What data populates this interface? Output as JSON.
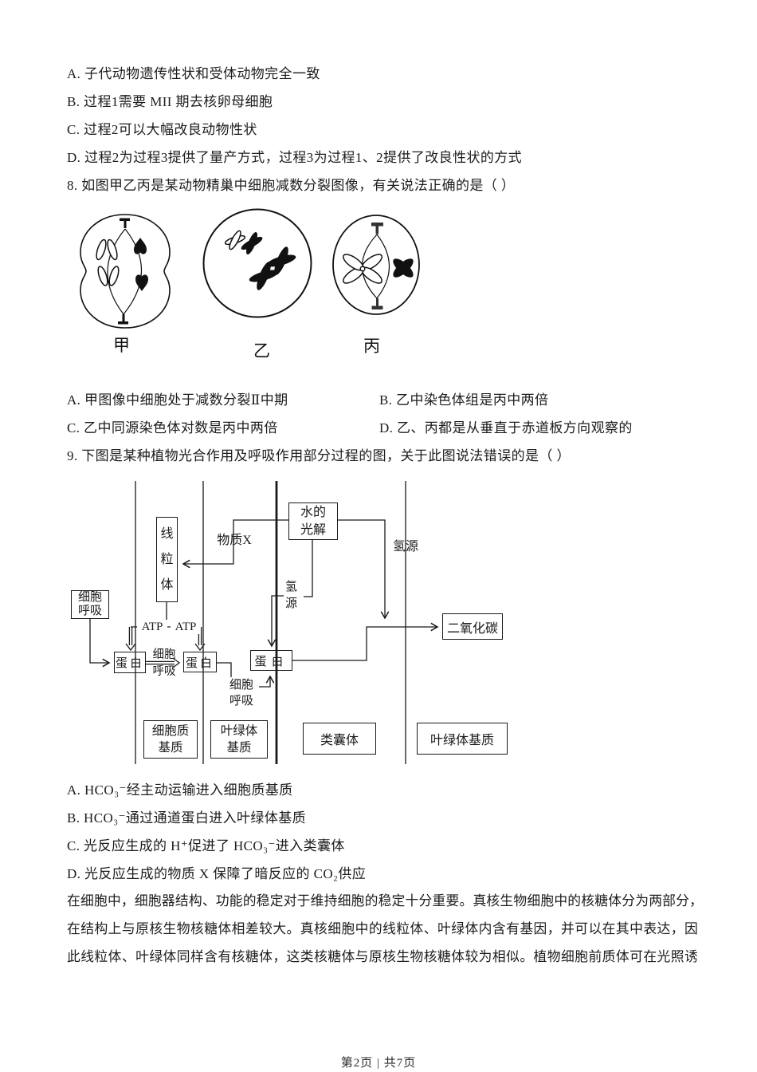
{
  "prev_question": {
    "option_a": "A. 子代动物遗传性状和受体动物完全一致",
    "option_b": "B. 过程1需要 MII 期去核卵母细胞",
    "option_c": "C. 过程2可以大幅改良动物性状",
    "option_d": "D. 过程2为过程3提供了量产方式，过程3为过程1、2提供了改良性状的方式"
  },
  "q8": {
    "stem": "8. 如图甲乙丙是某动物精巢中细胞减数分裂图像，有关说法正确的是（    ）",
    "figure": {
      "label_jia": "甲",
      "label_yi": "乙",
      "label_bing": "丙"
    },
    "option_a": "A. 甲图像中细胞处于减数分裂Ⅱ中期",
    "option_b": "B. 乙中染色体组是丙中两倍",
    "option_c": "C. 乙中同源染色体对数是丙中两倍",
    "option_d": "D. 乙、丙都是从垂直于赤道板方向观察的"
  },
  "q9": {
    "stem": "9. 下图是某种植物光合作用及呼吸作用部分过程的图，关于此图说法错误的是（    ）",
    "diagram": {
      "cell_respiration_box": "细胞呼吸",
      "mitochondrion": "线粒体",
      "water_photolysis": "水的光解",
      "substance_x": "物质X",
      "hydrogen_source_right": "氢源",
      "hydrogen_source_mid": "氢源",
      "atp_left": "ATP",
      "atp_right": "ATP",
      "protein_1": "蛋白",
      "protein_2": "蛋白",
      "protein_3": "蛋白",
      "cell_respiration_mid": "细胞呼吸",
      "cell_respiration_lower": "细胞呼吸",
      "carbon_dioxide": "二氧化碳",
      "region_cytosol": "细胞质基质",
      "region_stroma_left": "叶绿体基质",
      "region_thylakoid": "类囊体",
      "region_stroma_right": "叶绿体基质"
    },
    "option_a": "A. HCO₃⁻经主动运输进入细胞质基质",
    "option_b": "B. HCO₃⁻通过通道蛋白进入叶绿体基质",
    "option_c": "C. 光反应生成的 H⁺促进了 HCO₃⁻进入类囊体",
    "option_d": "D. 光反应生成的物质 X 保障了暗反应的 CO₂供应"
  },
  "paragraph": {
    "line1": "在细胞中，细胞器结构、功能的稳定对于维持细胞的稳定十分重要。真核生物细胞中的核糖体分为两部分，",
    "line2": "在结构上与原核生物核糖体相差较大。真核细胞中的线粒体、叶绿体内含有基因，并可以在其中表达，因",
    "line3": "此线粒体、叶绿体同样含有核糖体，这类核糖体与原核生物核糖体较为相似。植物细胞前质体可在光照诱"
  },
  "footer": {
    "text": "第2页  |  共7页"
  }
}
